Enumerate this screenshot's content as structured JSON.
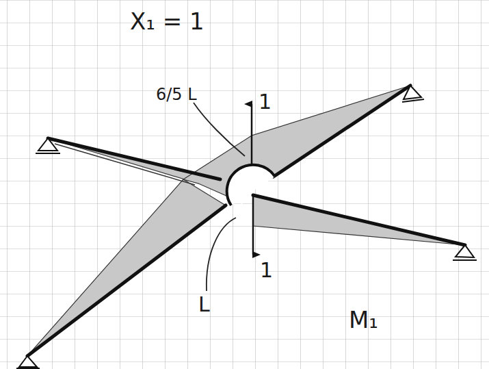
{
  "diagram": {
    "labels": [
      "X₁ = 1",
      "6/5 L",
      "1",
      "1",
      "L",
      "M₁"
    ]
  }
}
